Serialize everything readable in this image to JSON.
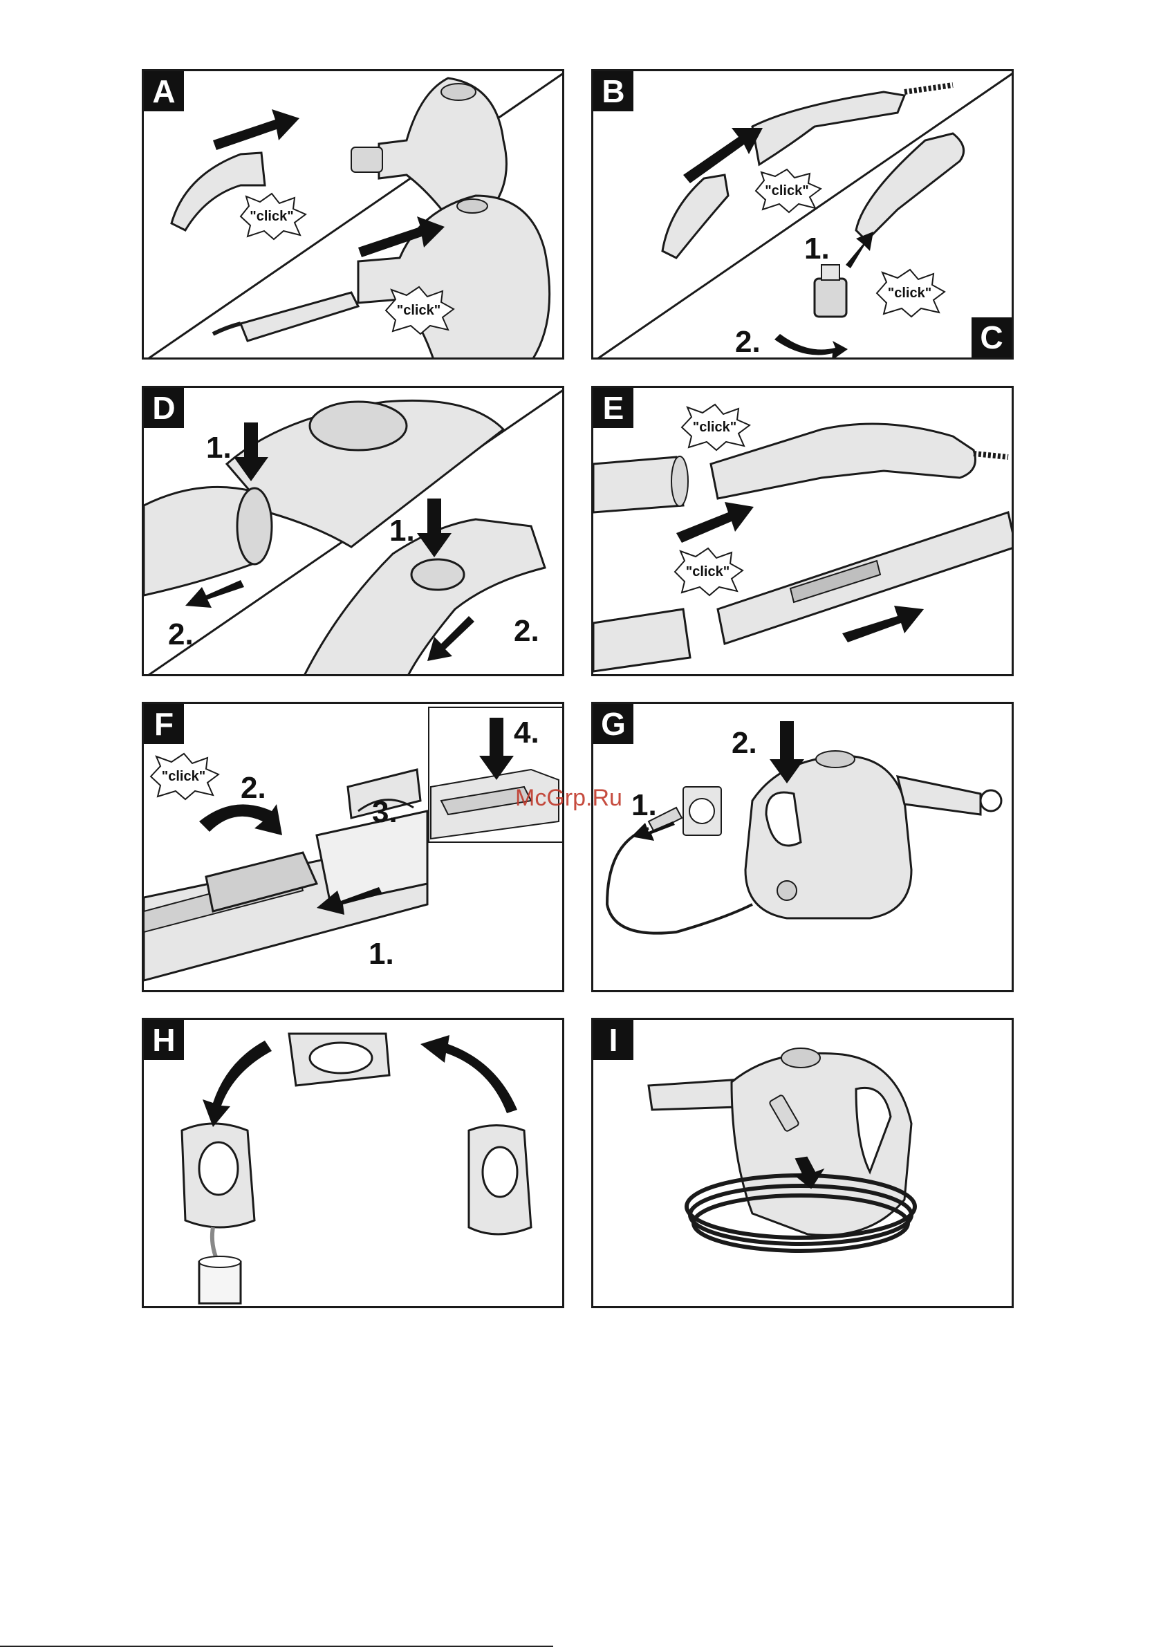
{
  "panels": {
    "a": {
      "letter": "A",
      "click_1": "\"click\"",
      "click_2": "\"click\""
    },
    "b": {
      "letter": "B",
      "click": "\"click\""
    },
    "c": {
      "letter": "C",
      "click": "\"click\"",
      "step_1": "1.",
      "step_2": "2."
    },
    "d": {
      "letter": "D",
      "step_1a": "1.",
      "step_2a": "2.",
      "step_1b": "1.",
      "step_2b": "2."
    },
    "e": {
      "letter": "E",
      "click_1": "\"click\"",
      "click_2": "\"click\""
    },
    "f": {
      "letter": "F",
      "click": "\"click\"",
      "step_1": "1.",
      "step_2": "2.",
      "step_3": "3.",
      "step_4": "4."
    },
    "g": {
      "letter": "G",
      "step_1": "1.",
      "step_2": "2."
    },
    "h": {
      "letter": "H"
    },
    "i": {
      "letter": "I"
    }
  },
  "watermark": "McGrp.Ru",
  "icons": {
    "steamer": "steamer-icon",
    "arrow": "arrow-icon",
    "click_burst": "click-burst-icon",
    "plug": "plug-icon",
    "socket": "socket-icon",
    "cup": "cup-icon"
  },
  "colors": {
    "outline": "#1a1a1a",
    "body": "#e6e6e6",
    "label_bg": "#111111",
    "watermark": "#c0392b"
  }
}
